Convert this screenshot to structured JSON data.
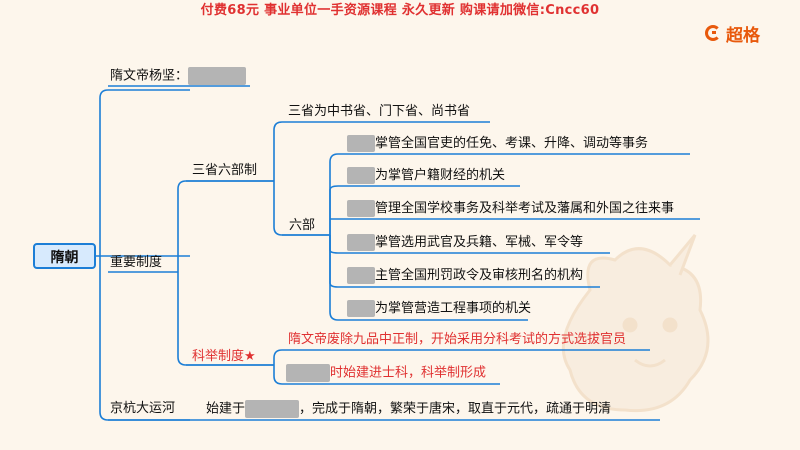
{
  "banner": "付费68元 事业单位一手资源课程 永久更新 购课请加微信:Cncc60",
  "logo": {
    "text": "超格",
    "icon": "logo-g-icon"
  },
  "root": "隋朝",
  "branches": {
    "emperor": {
      "label": "隋文帝杨坚："
    },
    "system": {
      "label": "重要制度",
      "three_six": {
        "label": "三省六部制",
        "three": "三省为中书省、门下省、尚书省",
        "six": {
          "label": "六部",
          "items": [
            "掌管全国官吏的任免、考课、升降、调动等事务",
            "为掌管户籍财经的机关",
            "管理全国学校事务及科举考试及藩属和外国之往来事",
            "掌管选用武官及兵籍、军械、军令等",
            "主管全国刑罚政令及审核刑名的机构",
            "为掌管营造工程事项的机关"
          ]
        }
      },
      "exam": {
        "label": "科举制度★",
        "items": [
          "隋文帝废除九品中正制，开始采用分科考试的方式选拔官员",
          "时始建进士科，科举制形成"
        ]
      }
    },
    "canal": {
      "label": "京杭大运河",
      "desc": "，完成于隋朝，繁荣于唐宋，取直于元代，疏通于明清",
      "prefix": "始建于"
    }
  },
  "colors": {
    "line": "#1c7ed6",
    "red": "#e03131",
    "root_bg": "#d7eafd",
    "mask": "#b4b4b4"
  }
}
